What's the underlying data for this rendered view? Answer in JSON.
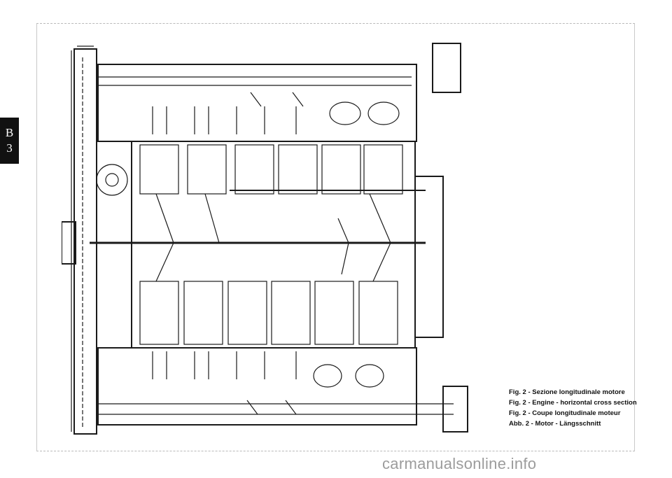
{
  "section_tab": {
    "letter": "B",
    "number": "3"
  },
  "figure": {
    "caption_it": "Fig. 2 - Sezione longitudinale motore",
    "caption_en": "Fig. 2 - Engine - horizontal cross section",
    "caption_fr": "Fig. 2 - Coupe longitudinale moteur",
    "caption_de": "Abb. 2 - Motor - Längsschnitt"
  },
  "watermark": "carmanualsonline.info"
}
